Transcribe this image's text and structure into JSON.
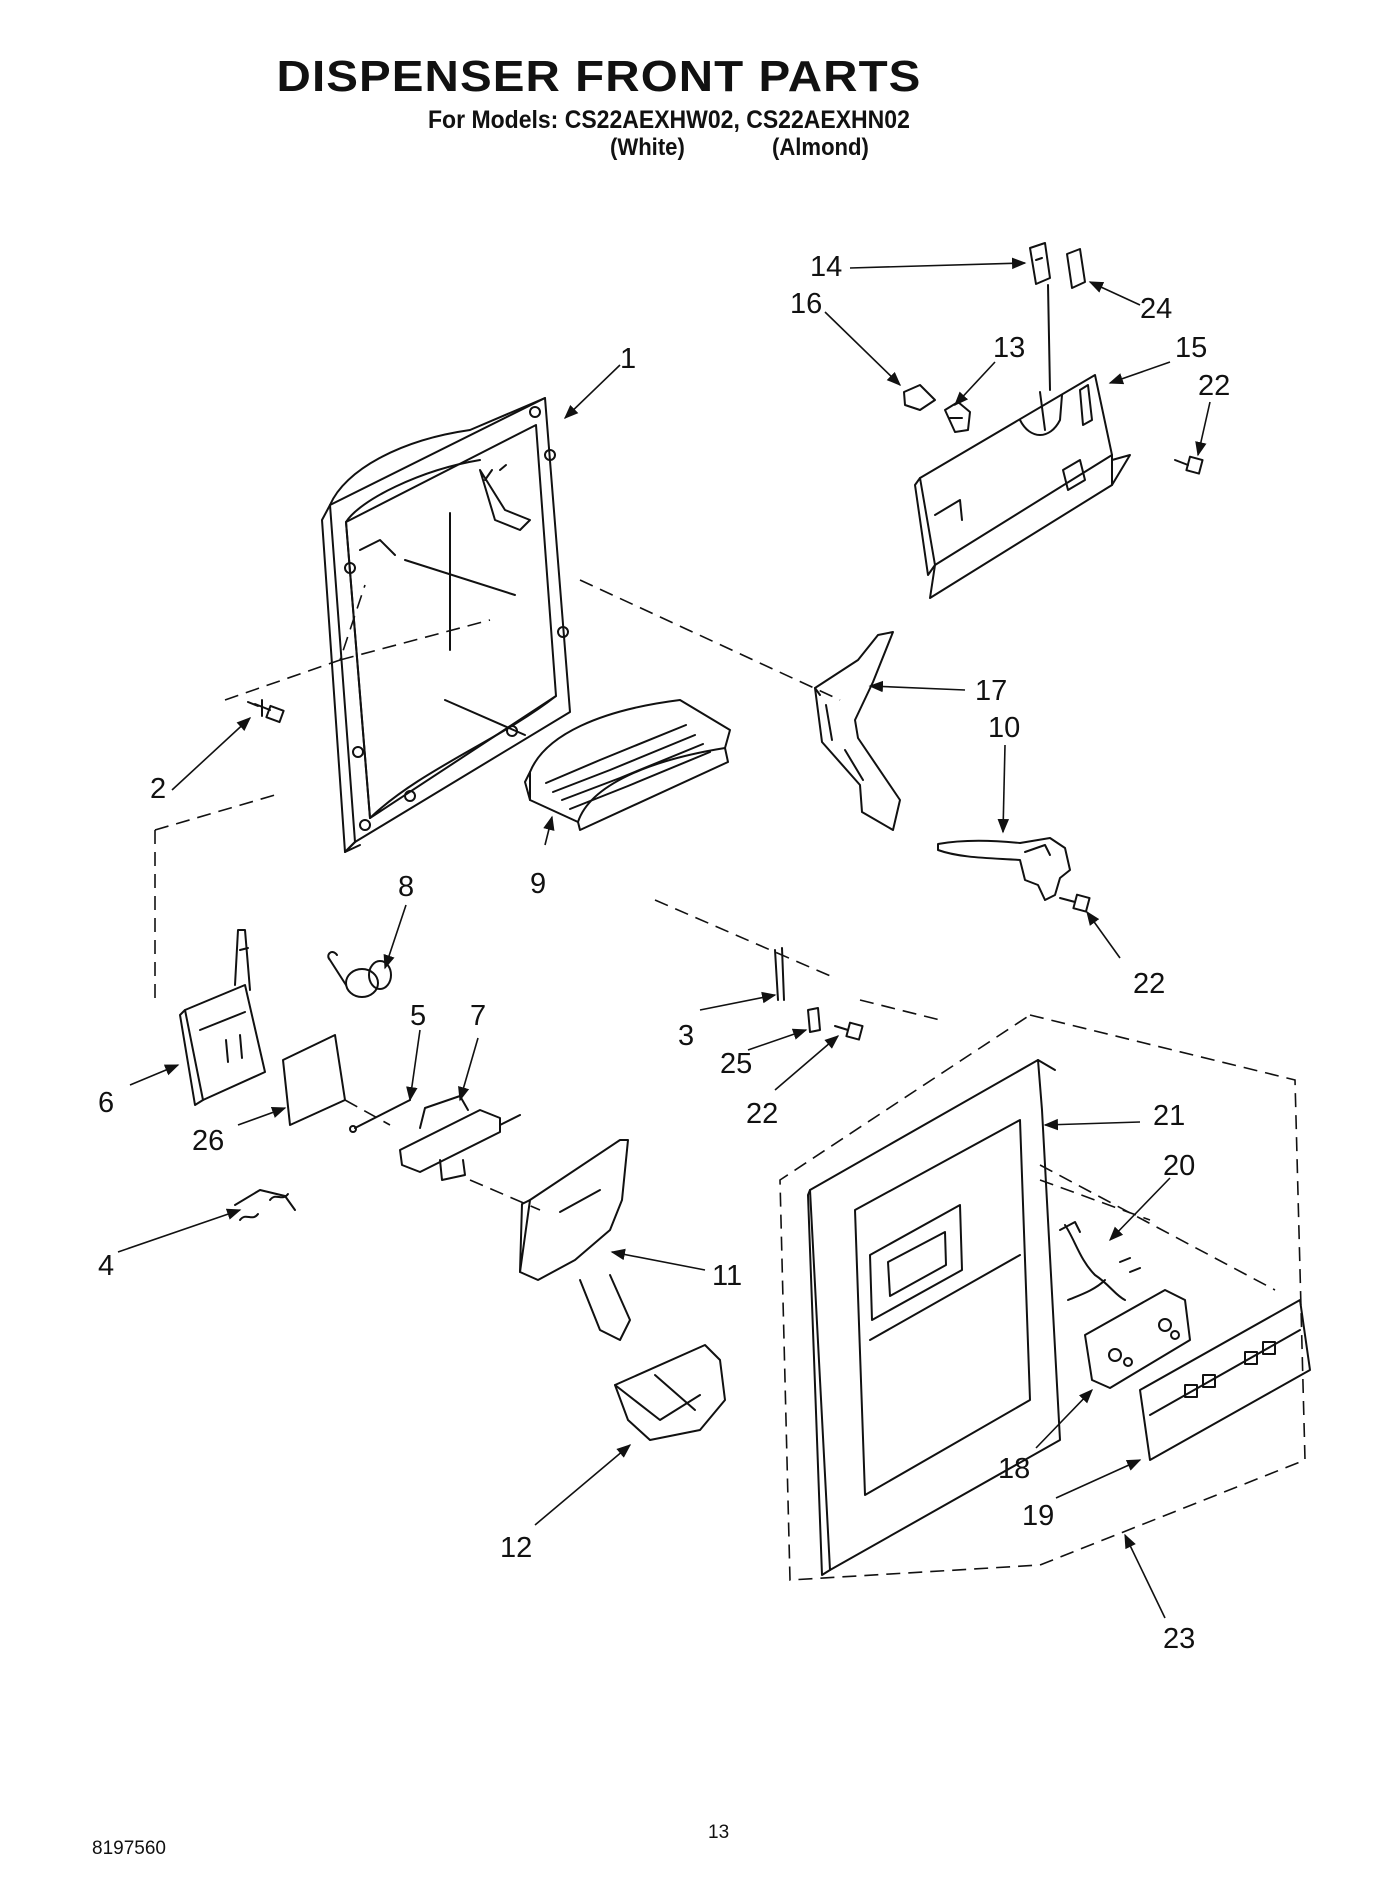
{
  "header": {
    "title": "DISPENSER FRONT PARTS",
    "models_line": "For Models: CS22AEXHW02, CS22AEXHN02",
    "variant_white": "(White)",
    "variant_almond": "(Almond)"
  },
  "callouts": {
    "c1": "1",
    "c2": "2",
    "c3": "3",
    "c4": "4",
    "c5": "5",
    "c6": "6",
    "c7": "7",
    "c8": "8",
    "c9": "9",
    "c10": "10",
    "c11": "11",
    "c12": "12",
    "c13": "13",
    "c14": "14",
    "c15": "15",
    "c16": "16",
    "c17": "17",
    "c18": "18",
    "c19": "19",
    "c20": "20",
    "c21": "21",
    "c22a": "22",
    "c22b": "22",
    "c22c": "22",
    "c23": "23",
    "c24": "24",
    "c25": "25",
    "c26": "26"
  },
  "footer": {
    "doc_number": "8197560",
    "page_number": "13"
  }
}
